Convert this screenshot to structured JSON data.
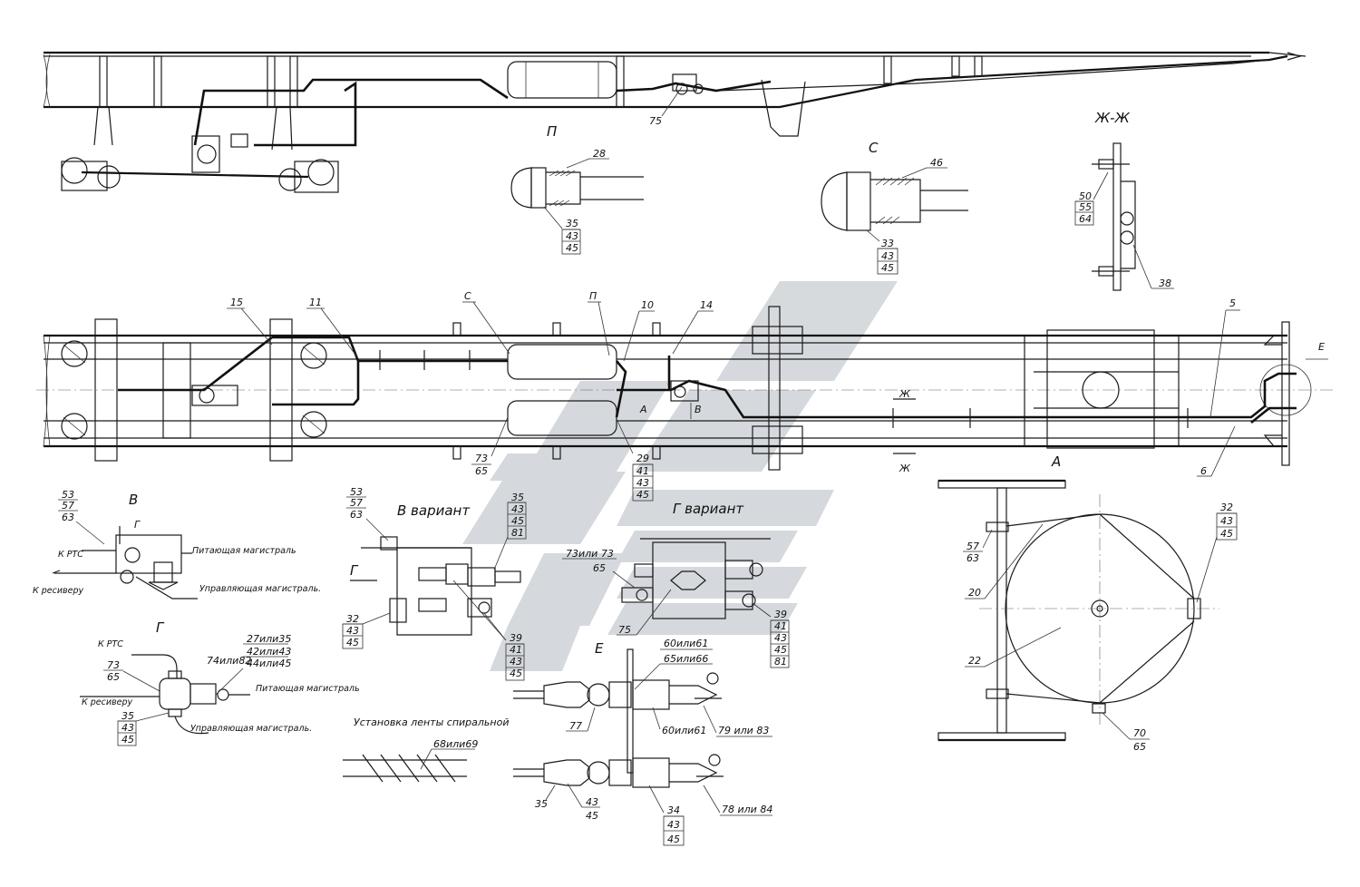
{
  "views": {
    "P": "П",
    "S": "С",
    "ZhZh": "Ж-Ж",
    "V": "В",
    "V_variant": "В   вариант",
    "G_variant": "Г вариант",
    "G": "Г",
    "E": "Е",
    "A": "А",
    "Zh": "Ж",
    "E_small": "Е",
    "A_small": "А",
    "V_small": "В",
    "G_arrow": "Г",
    "G_arrow2": "Г"
  },
  "parts": {
    "p75": "75",
    "p28": "28",
    "p35": "35",
    "p43": "43",
    "p45": "45",
    "p46": "46",
    "p33": "33",
    "p50": "50",
    "p55": "55",
    "p64": "64",
    "p38": "38",
    "p15": "15",
    "p11": "11",
    "pC": "С",
    "pP": "П",
    "p10": "10",
    "p14": "14",
    "p5": "5",
    "p73": "73",
    "p65": "65",
    "p29": "29",
    "p41": "41",
    "p6": "6",
    "p53": "53",
    "p57": "57",
    "p63": "63",
    "p32": "32",
    "p81": "81",
    "p39": "39",
    "p73or73": "73или 73",
    "p20": "20",
    "p22": "22",
    "p70": "70",
    "p27or35": "27или35",
    "p74or82": "74или82",
    "p42or43": "42или43",
    "p44or45": "44или45",
    "p60or61a": "60или61",
    "p65or66": "65или66",
    "p77": "77",
    "p60or61b": "60или61",
    "p79or83": "79 или 83",
    "p68or69": "68или69",
    "p34": "34",
    "p78or84": "78 или 84"
  },
  "labels": {
    "k_rts_1": "К РТС",
    "k_receiver_1": "К ресиверу",
    "supply_1": "Питающая магистраль",
    "control_1": "Управляющая магистраль.",
    "k_rts_2": "К РТС",
    "k_receiver_2": "К ресиверу",
    "supply_2": "Питающая магистраль",
    "control_2": "Управляющая магистраль.",
    "spiral_tape": "Установка ленты спиральной"
  },
  "colors": {
    "line": "#1a1a1a",
    "watermark": "#c8cdd2",
    "background": "#ffffff"
  }
}
